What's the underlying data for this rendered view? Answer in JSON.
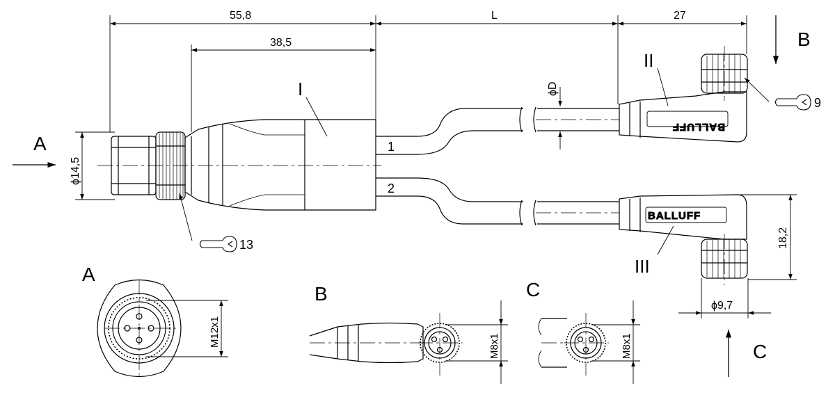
{
  "dimensions": {
    "d_55_8": "55,8",
    "d_L": "L",
    "d_27": "27",
    "d_38_5": "38,5",
    "d_phi_14_5": "ϕ14,5",
    "d_phi_D": "ϕD",
    "d_18_2": "18,2",
    "d_phi_9_7": "ϕ9,7",
    "d_M12x1": "M12x1",
    "d_M8x1_b": "M8x1",
    "d_M8x1_c": "M8x1"
  },
  "labels": {
    "part_I": "I",
    "part_II": "II",
    "part_III": "III",
    "cable_1": "1",
    "cable_2": "2",
    "view_A": "A",
    "view_B": "B",
    "view_C": "C",
    "view_A_detail": "A",
    "view_B_detail": "B",
    "view_C_detail": "C",
    "wrench_13": "13",
    "wrench_9": "9"
  },
  "branding": {
    "logo_top": "BALLUFF",
    "logo_bottom": "BALLUFF"
  }
}
